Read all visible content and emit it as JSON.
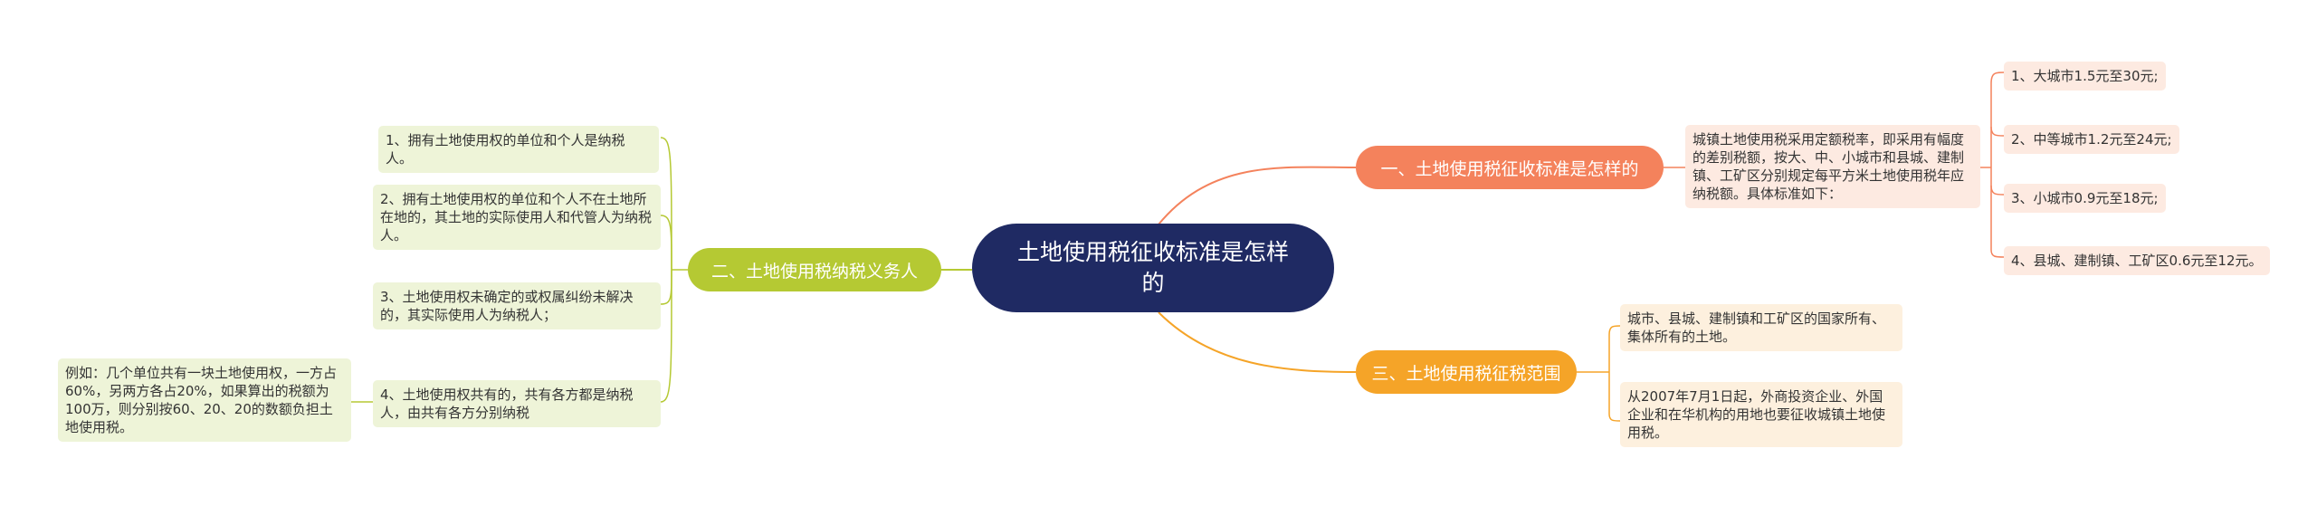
{
  "central": {
    "title": "土地使用税征收标准是怎样的"
  },
  "branch1": {
    "label": "一、土地使用税征收标准是怎样的",
    "detail": "城镇土地使用税采用定额税率，即采用有幅度的差别税额，按大、中、小城市和县城、建制镇、工矿区分别规定每平方米土地使用税年应纳税额。具体标准如下：",
    "items": [
      "1、大城市1.5元至30元;",
      "2、中等城市1.2元至24元;",
      "3、小城市0.9元至18元;",
      "4、县城、建制镇、工矿区0.6元至12元。"
    ]
  },
  "branch2": {
    "label": "二、土地使用税纳税义务人",
    "items": [
      "1、拥有土地使用权的单位和个人是纳税人。",
      "2、拥有土地使用权的单位和个人不在土地所在地的，其土地的实际使用人和代管人为纳税人。",
      "3、土地使用权未确定的或权属纠纷未解决的，其实际使用人为纳税人；",
      "4、土地使用权共有的，共有各方都是纳税人，由共有各方分别纳税"
    ],
    "example": "例如：几个单位共有一块土地使用权，一方占60%，另两方各占20%，如果算出的税额为100万，则分别按60、20、20的数额负担土地使用税。"
  },
  "branch3": {
    "label": "三、土地使用税征税范围",
    "items": [
      "城市、县城、建制镇和工矿区的国家所有、集体所有的土地。",
      "从2007年7月1日起，外商投资企业、外国企业和在华机构的用地也要征收城镇土地使用税。"
    ]
  },
  "colors": {
    "central": "#1f2a63",
    "branch1": "#f4825c",
    "branch2": "#b5c933",
    "branch3": "#f5a428",
    "leaf_green": "#eef4d8",
    "leaf_orange": "#fdeae1",
    "leaf_yellow": "#fdf0de"
  }
}
